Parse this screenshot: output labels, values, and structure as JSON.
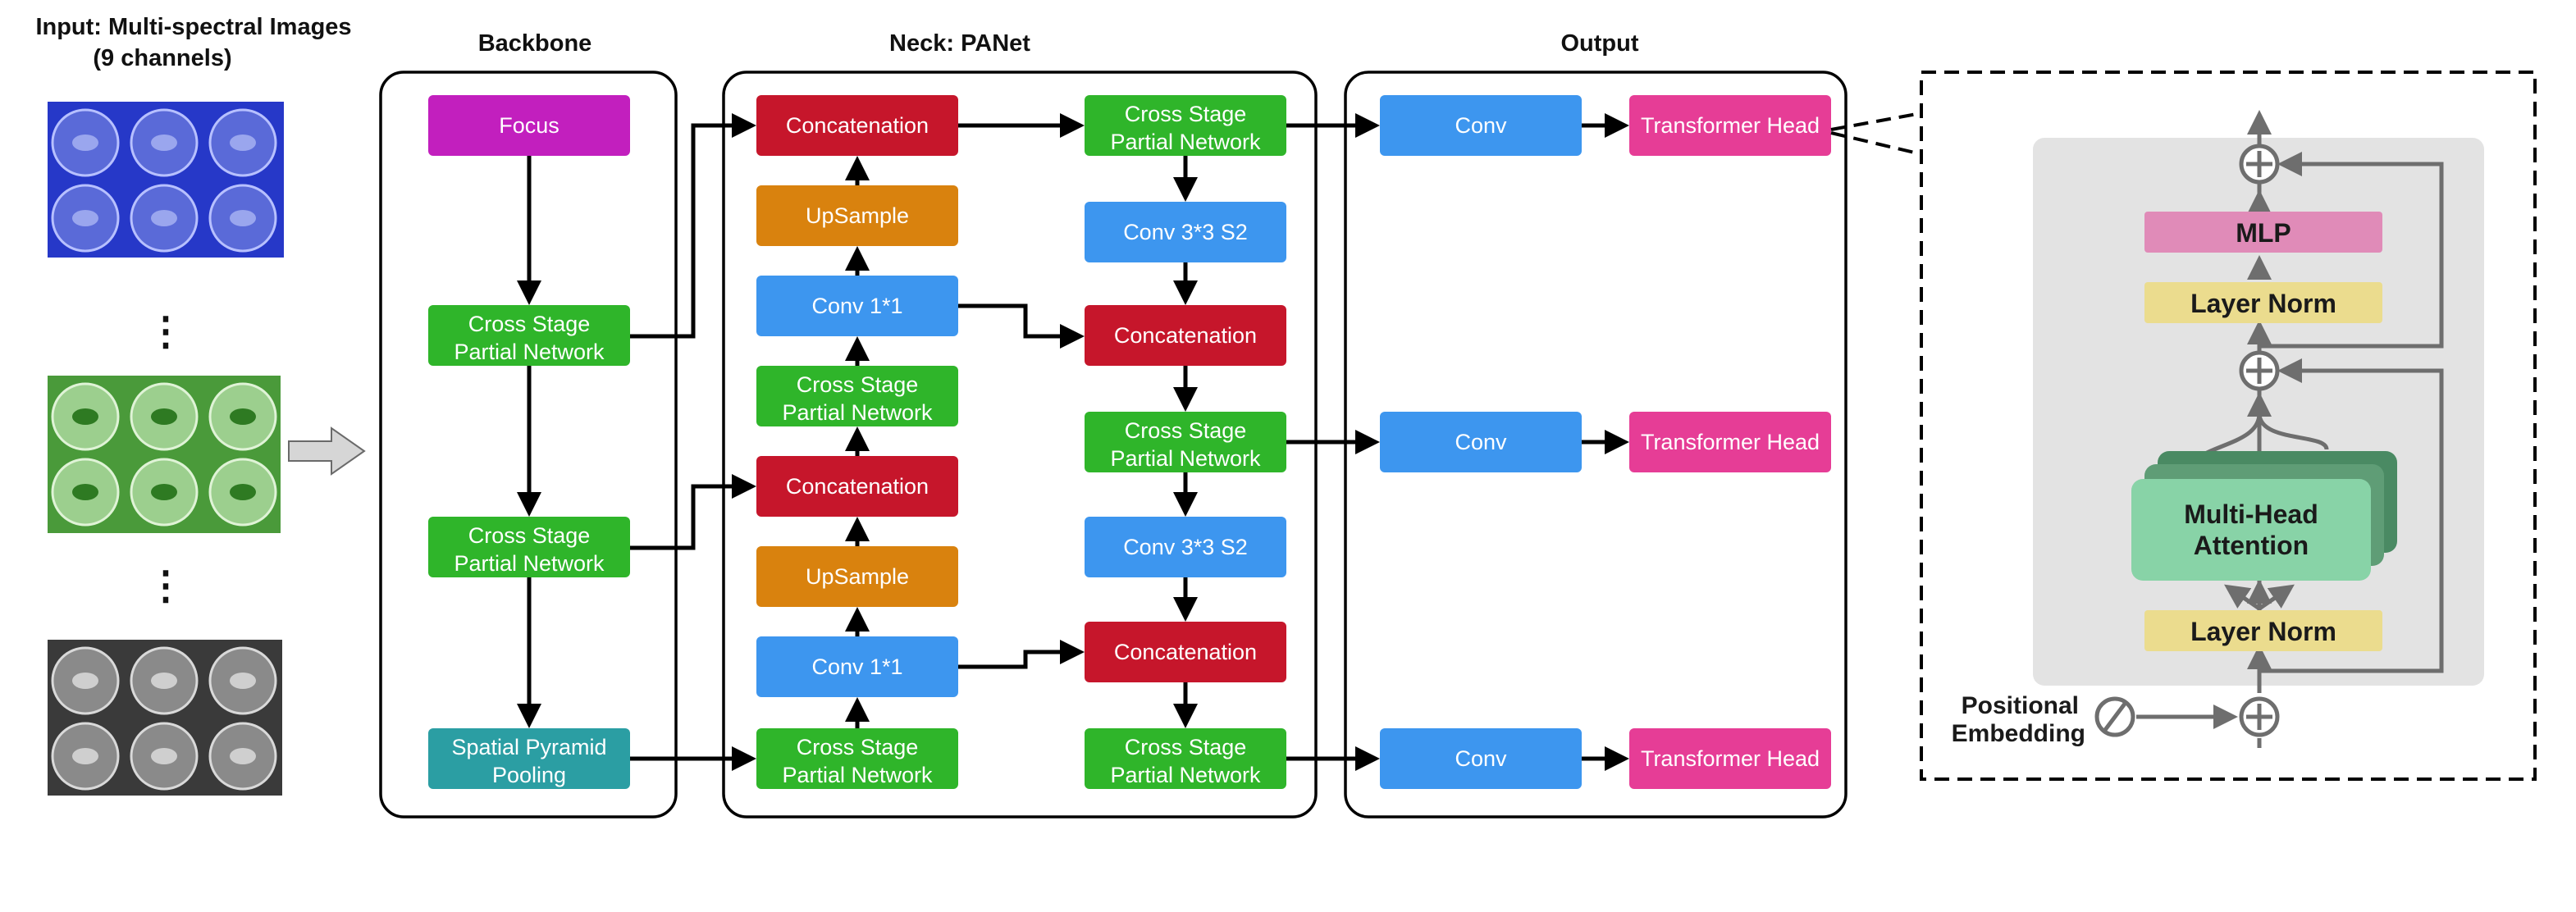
{
  "titles": {
    "input_line1": "Input: Multi-spectral Images",
    "input_line2": "(9 channels)",
    "backbone": "Backbone",
    "neck": "Neck: PANet",
    "output": "Output"
  },
  "ellipsis": "⋮",
  "colors": {
    "focus": "#c21fbe",
    "csp": "#2fb52a",
    "spp": "#2b9ea3",
    "concat": "#c6162b",
    "upsample": "#d9820e",
    "conv": "#3d96ef",
    "head": "#e63d96",
    "mlp": "#e08bb8",
    "layer_norm": "#ebdc8e",
    "mha": "#88d3a7",
    "panel": "#e3e3e3"
  },
  "backbone": {
    "focus": "Focus",
    "csp1": [
      "Cross Stage",
      "Partial Network"
    ],
    "csp2": [
      "Cross Stage",
      "Partial Network"
    ],
    "spp": [
      "Spatial Pyramid",
      "Pooling"
    ]
  },
  "neck": {
    "left": {
      "concat_top": "Concatenation",
      "upsample_top": "UpSample",
      "conv_top": "Conv 1*1",
      "csp_mid": [
        "Cross Stage",
        "Partial Network"
      ],
      "concat_mid": "Concatenation",
      "upsample_bottom": "UpSample",
      "conv_bottom": "Conv 1*1",
      "csp_bottom": [
        "Cross Stage",
        "Partial Network"
      ]
    },
    "right": {
      "csp_top": [
        "Cross Stage",
        "Partial Network"
      ],
      "conv_s2_top": "Conv 3*3 S2",
      "concat_top": "Concatenation",
      "csp_mid": [
        "Cross Stage",
        "Partial Network"
      ],
      "conv_s2_bottom": "Conv 3*3 S2",
      "concat_bottom": "Concatenation",
      "csp_bottom": [
        "Cross Stage",
        "Partial Network"
      ]
    }
  },
  "output": {
    "conv": [
      "Conv",
      "Conv",
      "Conv"
    ],
    "heads": [
      "Transformer Head",
      "Transformer Head",
      "Transformer Head"
    ]
  },
  "transformer": {
    "mlp": "MLP",
    "layer_norm": "Layer Norm",
    "mha": [
      "Multi-Head",
      "Attention"
    ],
    "positional": [
      "Positional",
      "Embedding"
    ]
  }
}
